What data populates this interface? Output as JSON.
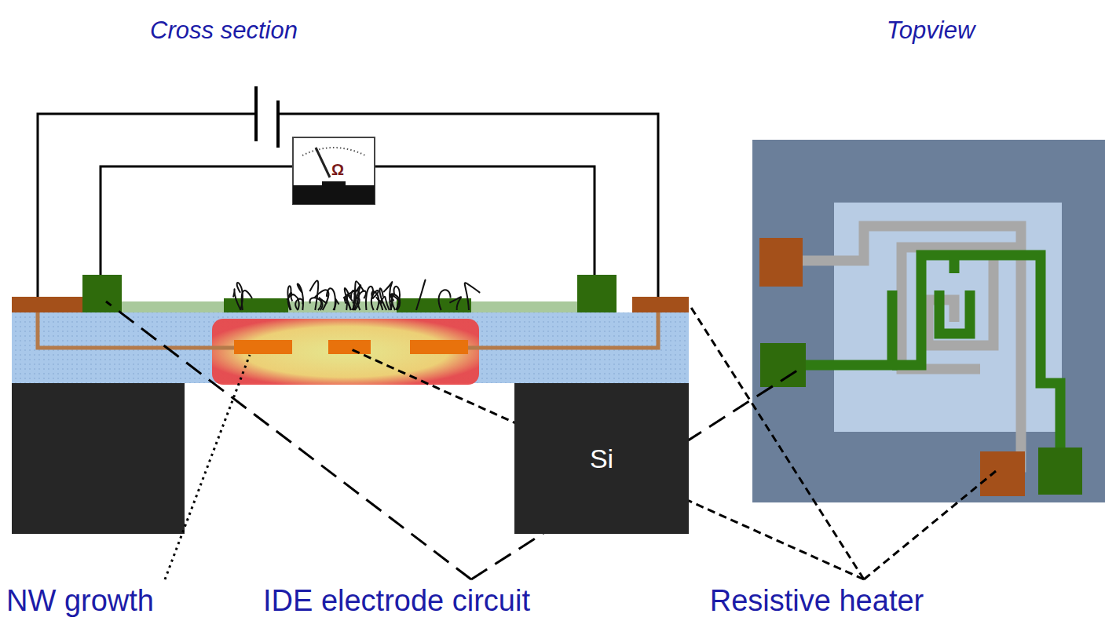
{
  "diagram": {
    "nodes": [
      {
        "text": [
          "Si"
        ]
      }
    ],
    "labels": [
      "Cross section",
      "Topview",
      "Ω",
      "NW growth",
      "IDE electrode circuit",
      "Resistive heater"
    ]
  }
}
